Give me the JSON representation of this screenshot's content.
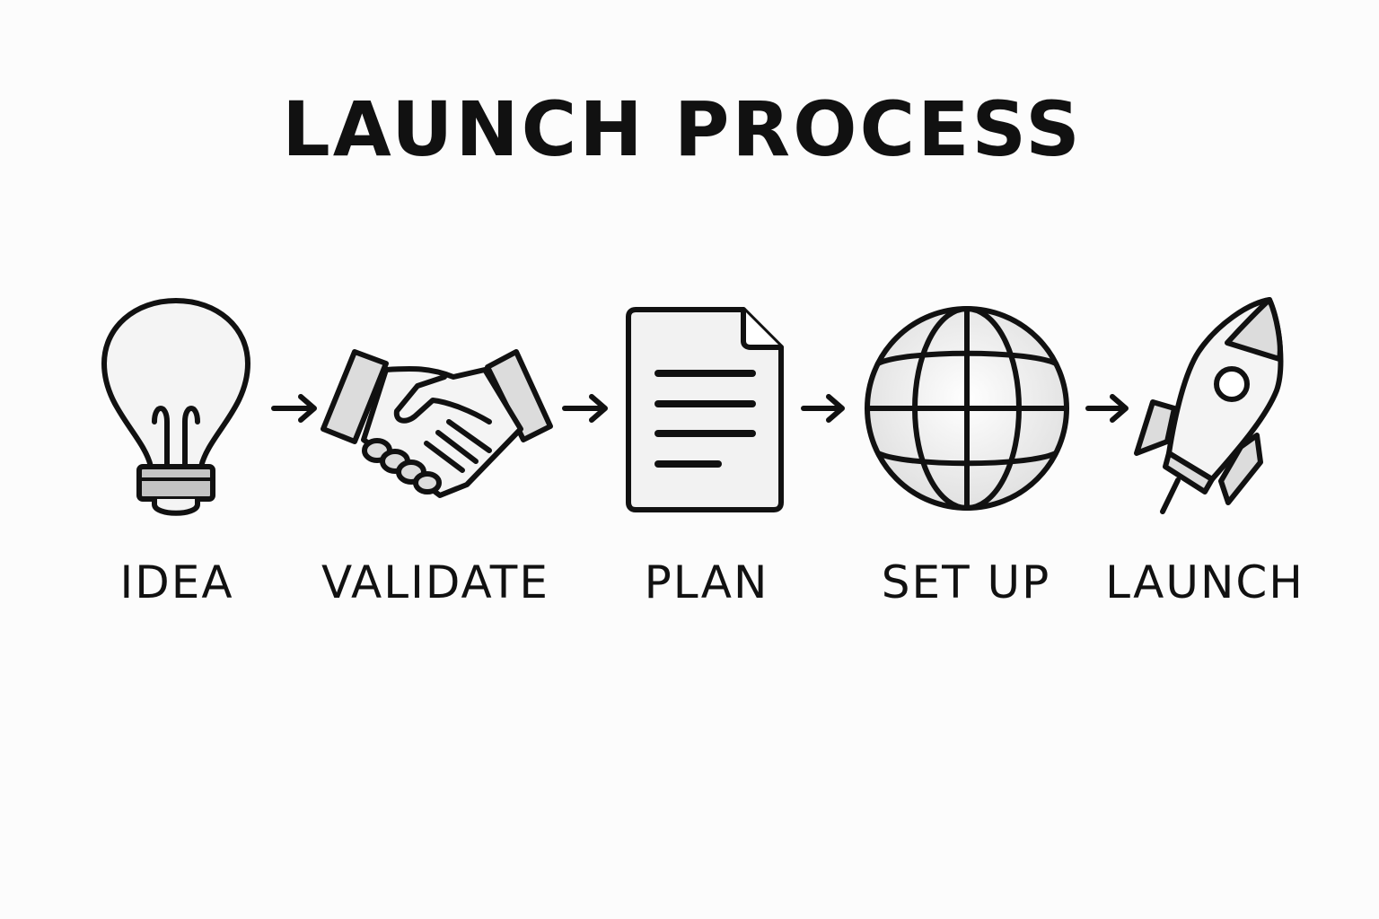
{
  "title": "LAUNCH PROCESS",
  "steps": [
    {
      "label": "IDEA",
      "icon": "lightbulb-icon"
    },
    {
      "label": "VALIDATE",
      "icon": "handshake-icon"
    },
    {
      "label": "PLAN",
      "icon": "document-icon"
    },
    {
      "label": "SET UP",
      "icon": "globe-icon"
    },
    {
      "label": "LAUNCH",
      "icon": "rocket-icon"
    }
  ],
  "colors": {
    "stroke": "#111111",
    "fill_light": "#f2f2f2",
    "fill_mid": "#dcdcdc",
    "fill_dark": "#bdbdbd",
    "background": "#fcfcfc"
  }
}
